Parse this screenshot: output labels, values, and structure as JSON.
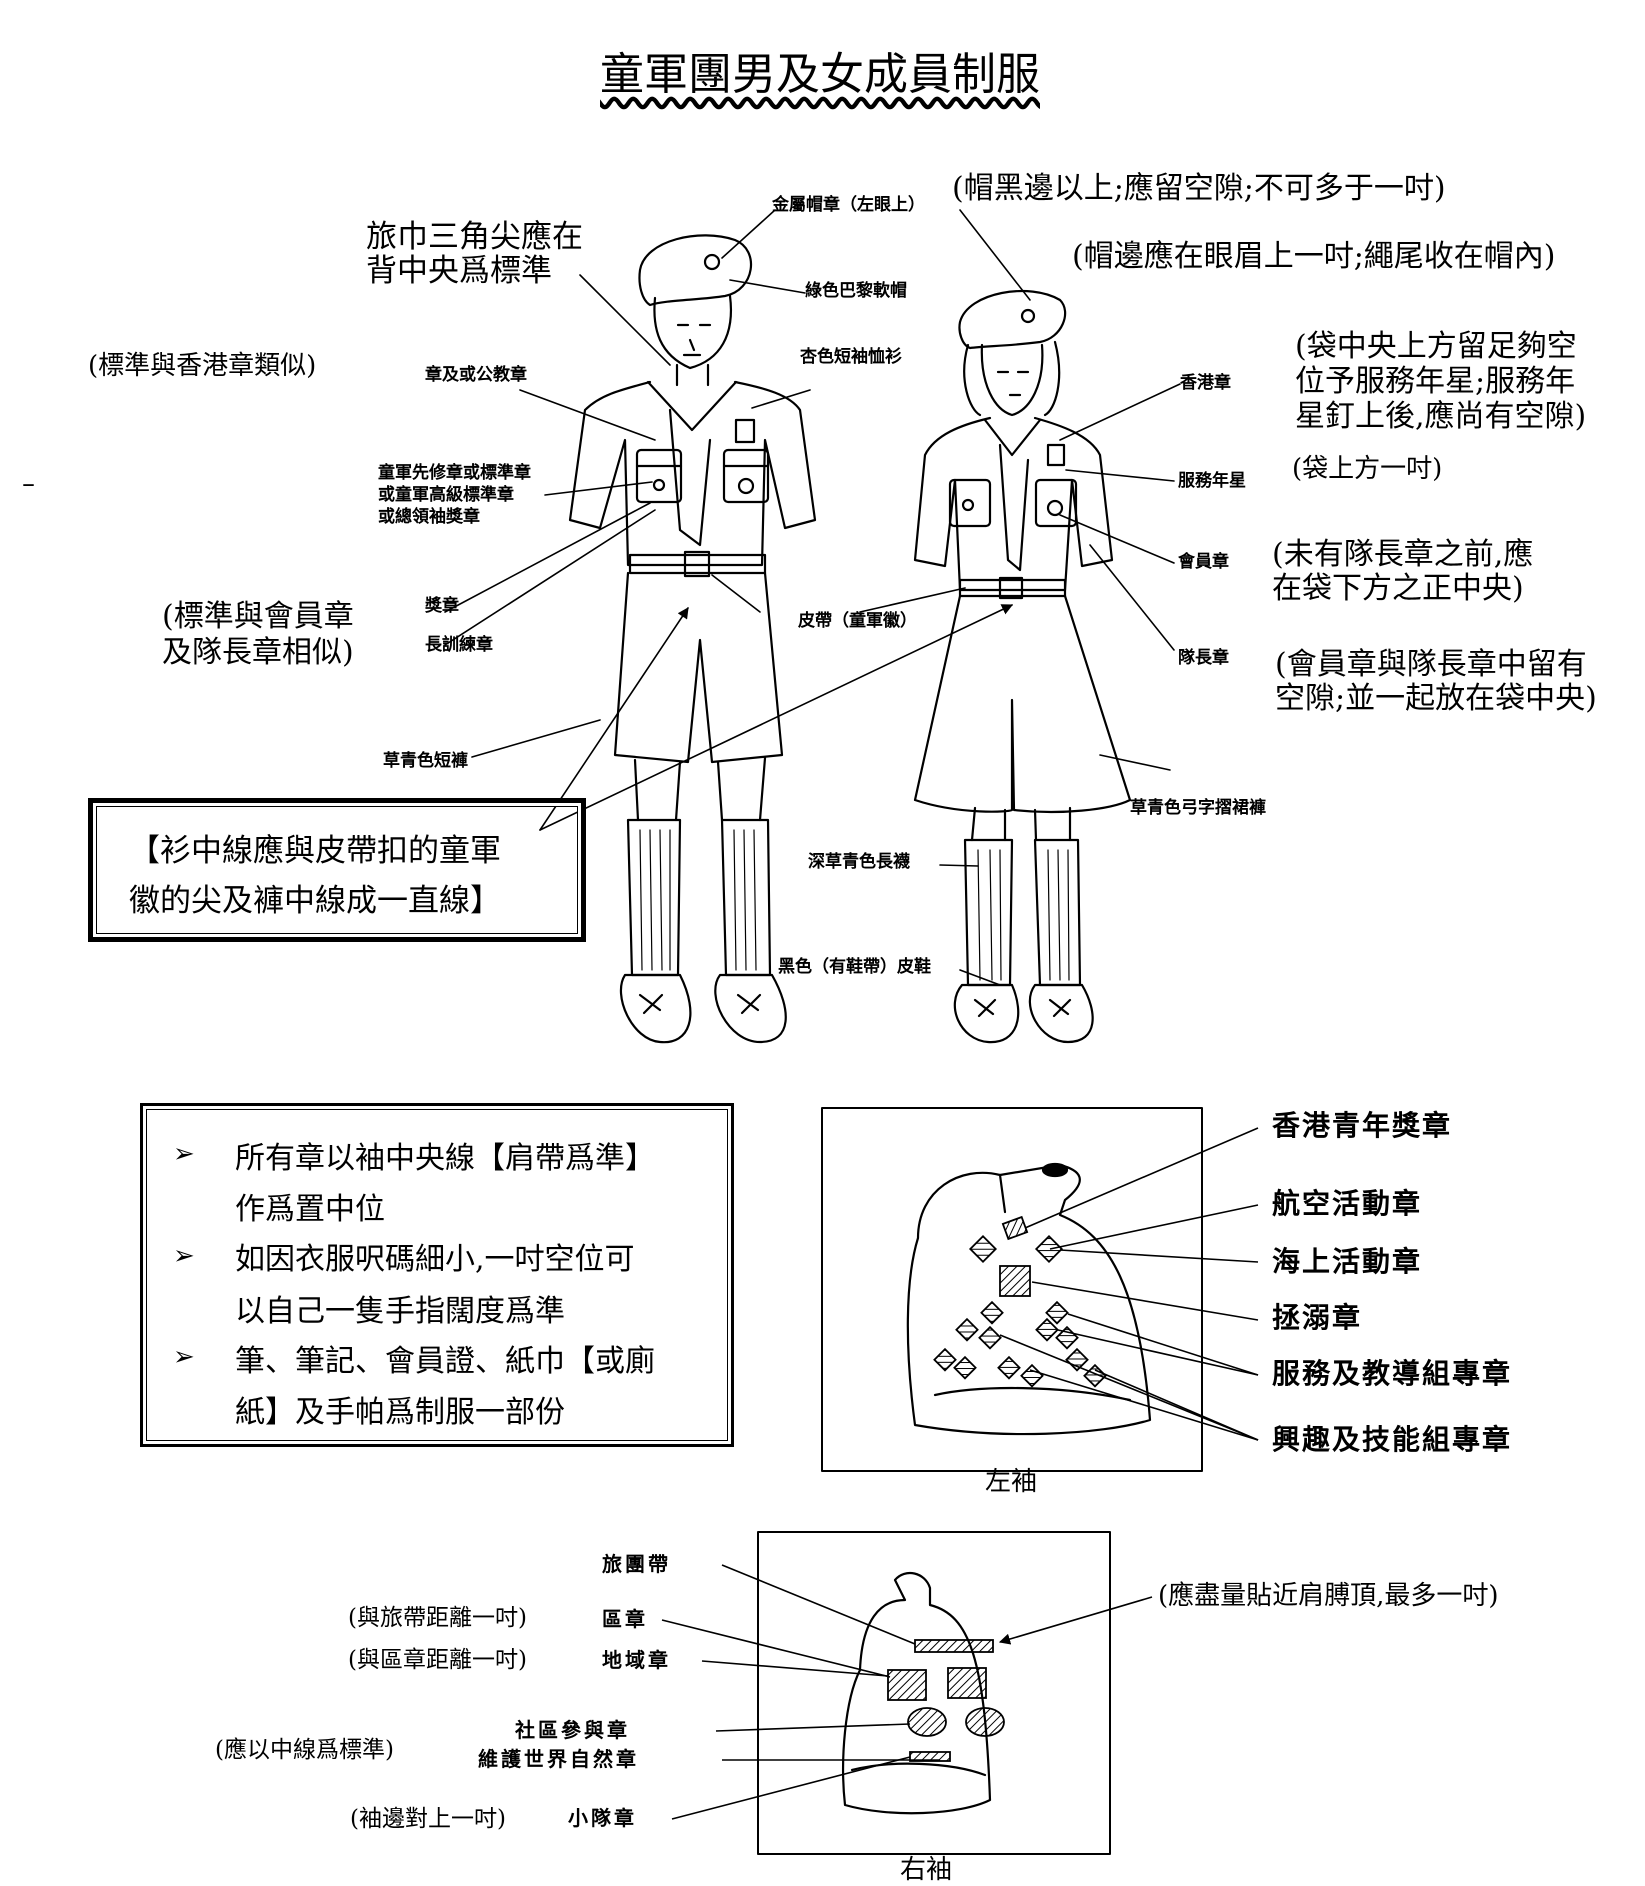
{
  "title": "童軍團男及女成員制服",
  "figure_labels": {
    "metal_cap_badge": "金屬帽章（左眼上）",
    "green_beret": "綠色巴黎軟帽",
    "religious_badge": "章及或公教章",
    "pioneer_badge": "童軍先修章或標準章",
    "senior_standard_badge": "或童軍高級標準章",
    "chief_scout_award": "或總領袖獎章",
    "award_badge": "獎章",
    "long_training_badge": "長訓練章",
    "khaki_shirt": "杏色短袖恤衫",
    "belt": "皮帶（童軍徽）",
    "green_shorts": "草青色短褲",
    "dark_green_socks": "深草青色長襪",
    "black_shoes": "黑色（有鞋帶）皮鞋",
    "hk_badge": "香港章",
    "service_star": "服務年星",
    "membership_badge": "會員章",
    "patrol_leader_badge": "隊長章",
    "culottes": "草青色弓字摺裙褲"
  },
  "notes": {
    "scarf_point_1": "旅巾三角尖應在",
    "scarf_point_2": "背中央爲標準",
    "religious_note": "(標準與香港章類似)",
    "cap_note_1": "(帽黑邊以上;應留空隙;不可多于一吋)",
    "cap_note_2": "(帽邊應在眼眉上一吋;繩尾收在帽內)",
    "pocket_note_1": "(袋中央上方留足夠空",
    "pocket_note_2": "位予服務年星;服務年",
    "pocket_note_3": "星釘上後,應尚有空隙)",
    "star_note": "(袋上方一吋)",
    "member_note_1": "(未有隊長章之前,應",
    "member_note_2": "在袋下方之正中央)",
    "gap_note_1": "(會員章與隊長章中留有",
    "gap_note_2": "空隙;並一起放在袋中央)",
    "award_note_1": "(標準與會員章",
    "award_note_2": "及隊長章相似)"
  },
  "centerline_box": {
    "line1": "【衫中線應與皮帶扣的童軍",
    "line2": "徽的尖及褲中線成一直線】"
  },
  "rules_box": {
    "bullet": "➢",
    "rule1_line1": "所有章以袖中央線【肩帶爲準】",
    "rule1_line2": "作爲置中位",
    "rule2_line1": "如因衣服呎碼細小,一吋空位可",
    "rule2_line2": "以自己一隻手指闊度爲準",
    "rule3_line1": "筆、筆記、會員證、紙巾【或廁",
    "rule3_line2": "紙】及手帕爲制服一部份"
  },
  "left_sleeve": {
    "caption": "左袖",
    "labels": [
      "香港青年獎章",
      "航空活動章",
      "海上活動章",
      "拯溺章",
      "服務及教導組專章",
      "興趣及技能組專章"
    ]
  },
  "right_sleeve": {
    "caption": "右袖",
    "troop_tape": "旅團帶",
    "district_badge": "區章",
    "region_badge": "地域章",
    "community_badge": "社區參與章",
    "wwf_badge": "維護世界自然章",
    "patrol_badge": "小隊章",
    "note_troop": "(與旅帶距離一吋)",
    "note_district": "(與區章距離一吋)",
    "note_center": "(應以中線爲標準)",
    "note_cuff": "(袖邊對上一吋)",
    "note_shoulder": "(應盡量貼近肩膊頂,最多一吋)"
  },
  "margin_mark": "–"
}
